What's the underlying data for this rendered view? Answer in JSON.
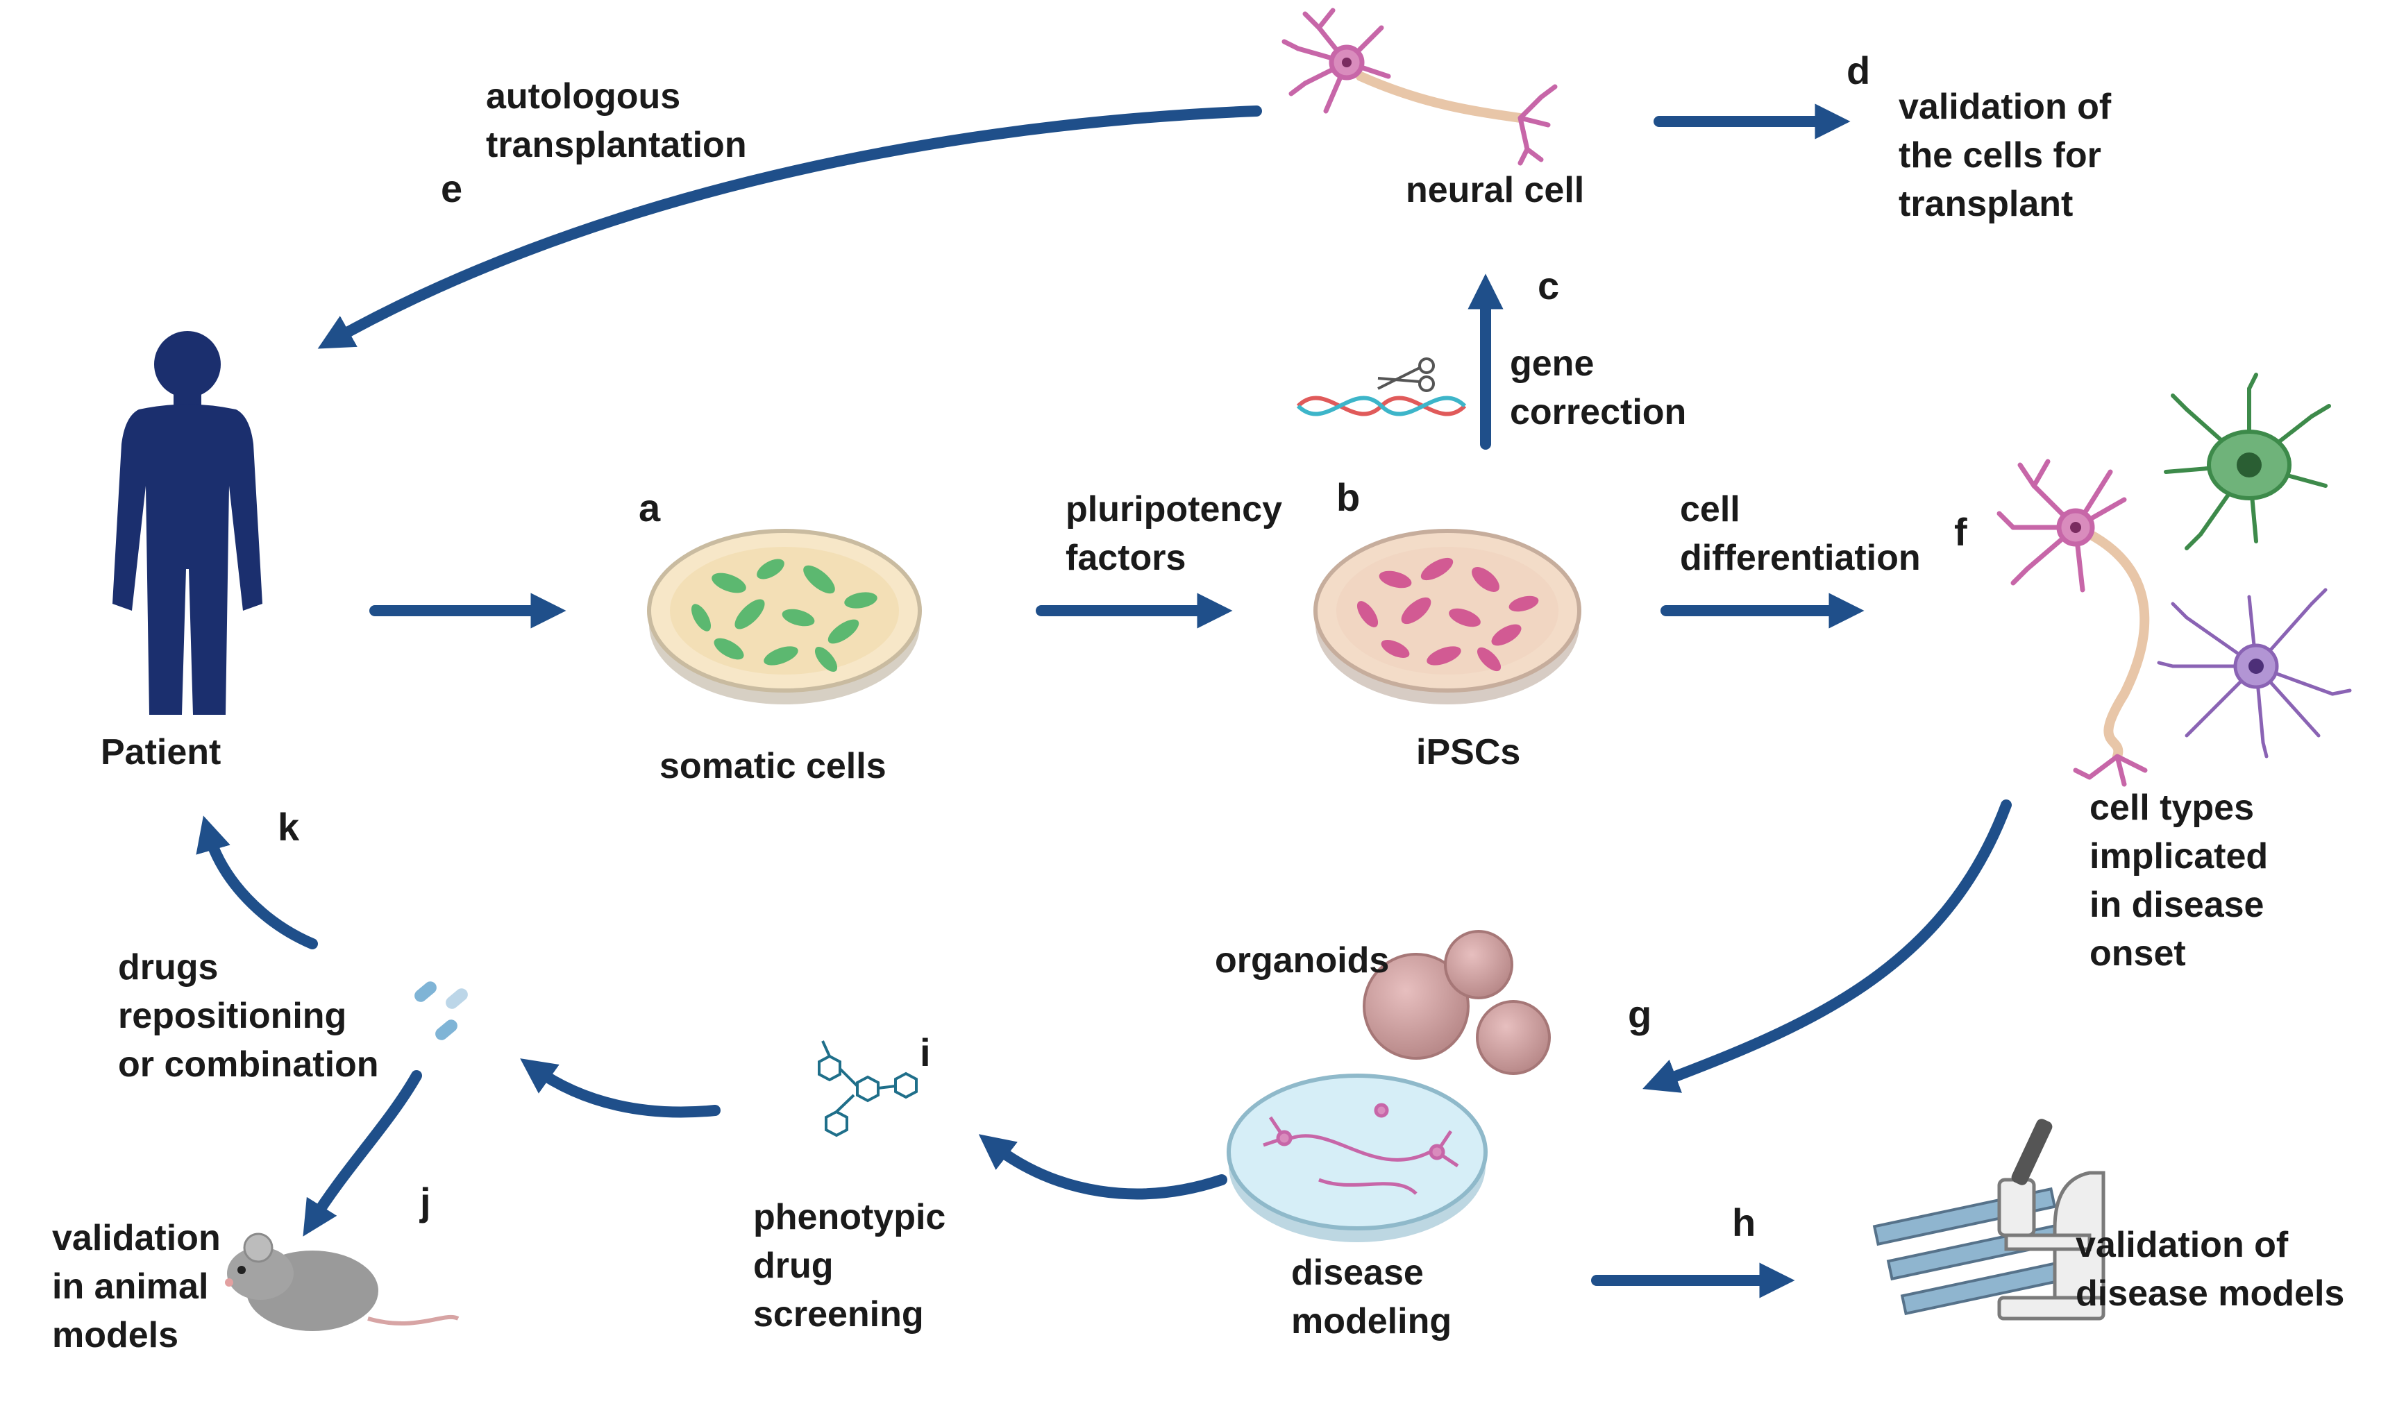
{
  "nodes": {
    "patient": "Patient",
    "somatic_cells": "somatic cells",
    "ipscs": "iPSCs",
    "neural_cell": "neural cell",
    "cell_types": [
      "cell types",
      "implicated",
      "in disease",
      "onset"
    ],
    "organoids": "organoids",
    "disease_modeling": [
      "disease",
      "modeling"
    ],
    "validation_cells": [
      "validation of",
      "the cells for",
      "transplant"
    ],
    "validation_disease": [
      "validation of",
      "disease models"
    ],
    "phenotypic": [
      "phenotypic",
      "drug",
      "screening"
    ],
    "drugs": [
      "drugs",
      "repositioning",
      "or combination"
    ],
    "validation_animal": [
      "validation",
      "in animal",
      "models"
    ]
  },
  "edges": {
    "autologous": [
      "autologous",
      "transplantation"
    ],
    "pluripotency": [
      "pluripotency",
      "factors"
    ],
    "gene_correction": [
      "gene",
      "correction"
    ],
    "cell_differentiation": [
      "cell",
      "differentiation"
    ]
  },
  "steps": {
    "a": "a",
    "b": "b",
    "c": "c",
    "d": "d",
    "e": "e",
    "f": "f",
    "g": "g",
    "h": "h",
    "i": "i",
    "j": "j",
    "k": "k"
  },
  "colors": {
    "arrow": "#1f4f8a",
    "patient": "#1b2f6e",
    "neuron_pink": "#c766a8",
    "astro_green": "#3d8a4a",
    "micro_purple": "#8a63b4",
    "dish_somatic": "#f7e7c8",
    "dish_ipsc": "#f3dcc8",
    "dish_disease": "#d6eef7"
  }
}
